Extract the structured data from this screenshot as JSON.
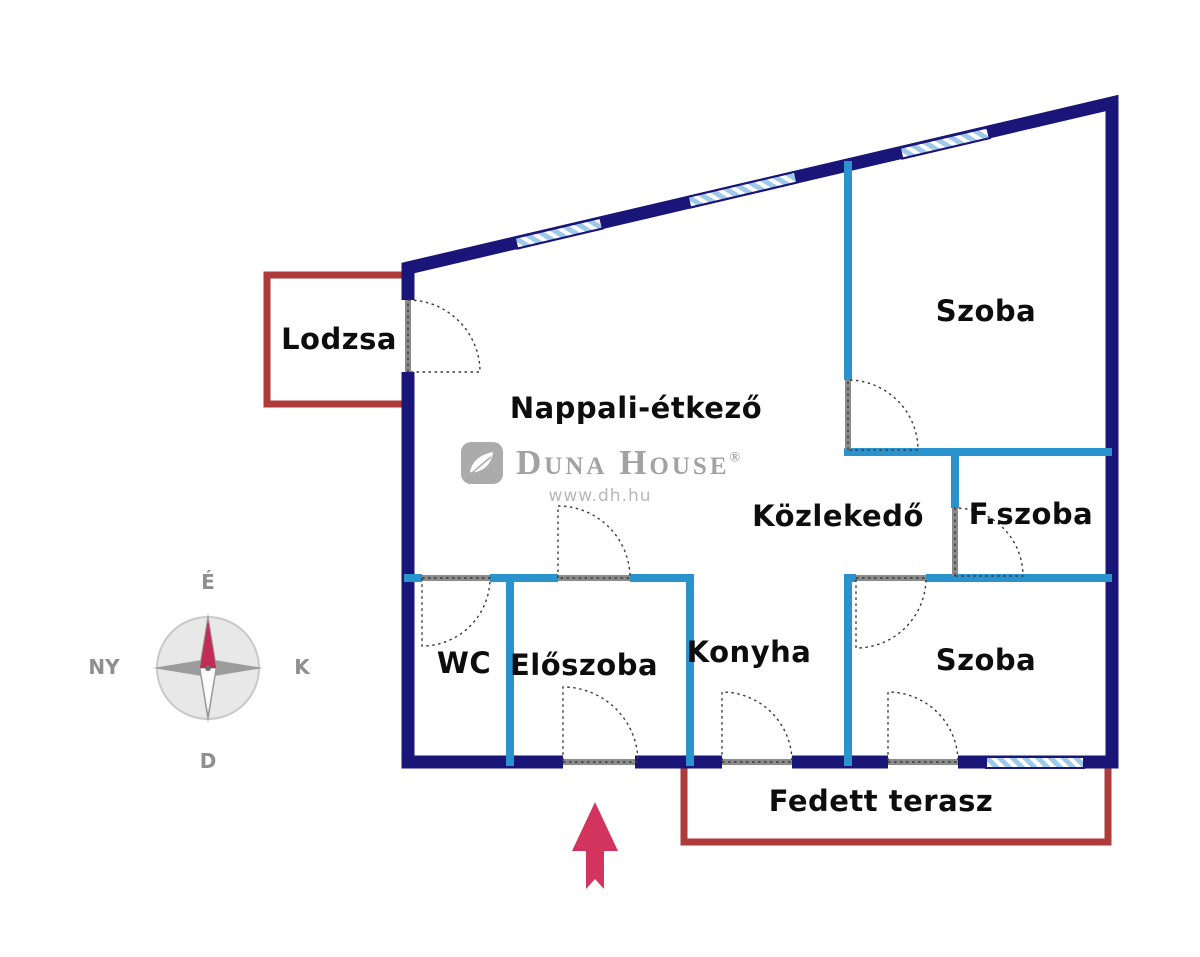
{
  "page": {
    "type": "apartment-floor-plan"
  },
  "rooms": {
    "lodzsa": "Lodzsa",
    "nappali_etkezo": "Nappali-étkező",
    "szoba_top": "Szoba",
    "kozlekedo": "Közlekedő",
    "f_szoba": "F.szoba",
    "wc": "WC",
    "eloszoba": "Előszoba",
    "konyha": "Konyha",
    "szoba_bottom": "Szoba",
    "fedett_terasz": "Fedett terasz"
  },
  "compass": {
    "north": "É",
    "south": "D",
    "west": "NY",
    "east": "K"
  },
  "watermark": {
    "brand": "Duna House",
    "registered": "®",
    "url": "www.dh.hu"
  },
  "colors": {
    "outer_wall": "#1a1578",
    "inner_wall": "#2a93cd",
    "outdoor_outline": "#ae3a3a",
    "entrance_arrow": "#d2345e",
    "window_hatch": "#9ec9e8",
    "door_leaf": "#8a8a8a",
    "compass_needle": "#c32c56"
  },
  "icons": {
    "compass": "compass-rose",
    "entrance_arrow": "up-arrow",
    "logo": "leaf"
  }
}
